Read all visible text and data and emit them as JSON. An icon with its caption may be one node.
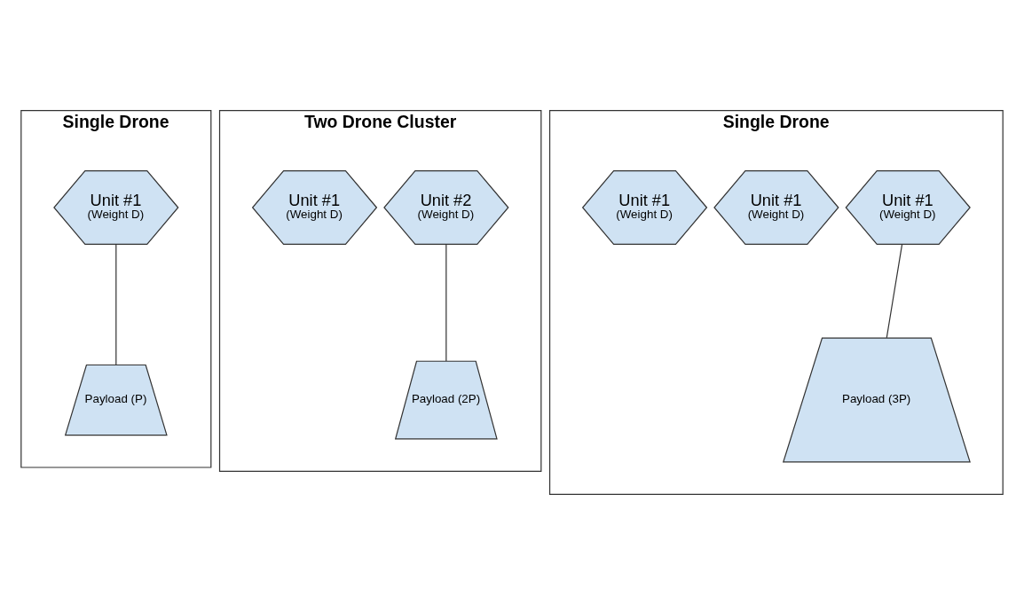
{
  "diagram": {
    "nodes": [
      {
        "text": [
          "Single Drone"
        ]
      },
      {
        "text": [
          "Unit #1",
          "(Weight D)"
        ],
        "in": 0
      },
      {
        "text": [
          "Payload (P)"
        ],
        "in": 0
      },
      {
        "text": [
          "Two Drone Cluster"
        ]
      },
      {
        "text": [
          "Unit #1",
          "(Weight D)"
        ],
        "in": 3
      },
      {
        "text": [
          "Unit #2",
          "(Weight D)"
        ],
        "in": 3
      },
      {
        "text": [
          "Payload (2P)"
        ],
        "in": 3
      },
      {
        "text": [
          "Single Drone"
        ]
      },
      {
        "text": [
          "Unit #1",
          "(Weight D)"
        ],
        "in": 7
      },
      {
        "text": [
          "Unit #1",
          "(Weight D)"
        ],
        "in": 7
      },
      {
        "text": [
          "Unit #1",
          "(Weight D)"
        ],
        "in": 7
      },
      {
        "text": [
          "Payload (3P)"
        ],
        "in": 7
      }
    ],
    "edges": [
      {
        "from": 1,
        "to": 2,
        "arrow": "none"
      },
      {
        "from": 5,
        "to": 6,
        "arrow": "none"
      },
      {
        "from": 10,
        "to": 11,
        "arrow": "none"
      }
    ]
  }
}
